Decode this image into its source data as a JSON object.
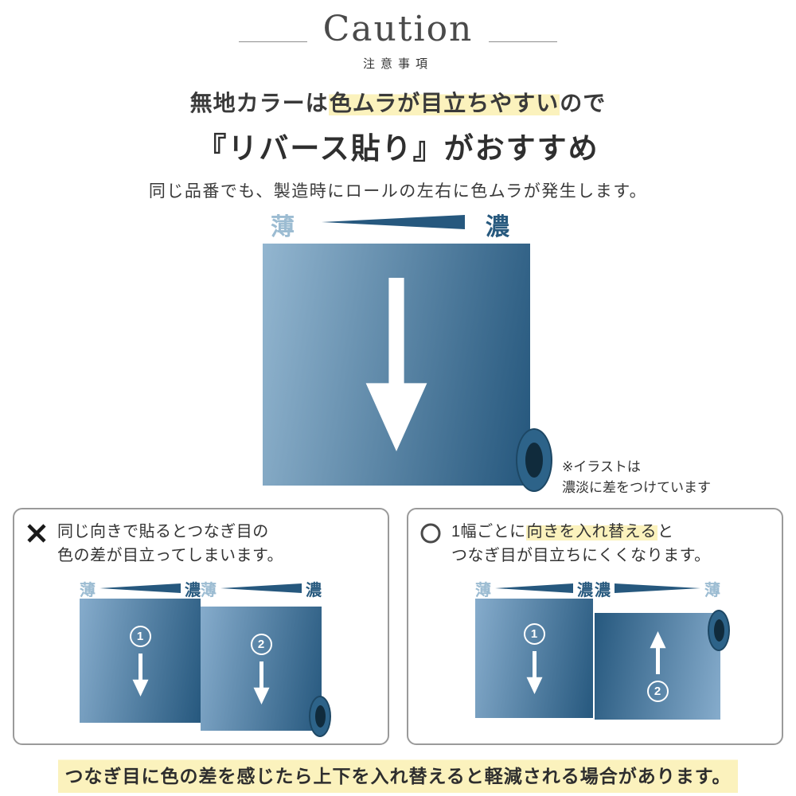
{
  "colors": {
    "blue_dark": "#26587e",
    "blue_light": "#86accc",
    "label_light_blue": "#9cbcd2",
    "highlight_yellow": "#fbf2bd"
  },
  "header": {
    "title": "Caution",
    "subtitle": "注意事項"
  },
  "intro": {
    "line1_pre": "無地カラーは",
    "line1_highlight": "色ムラが目立ちやすい",
    "line1_post": "ので",
    "line2": "『リバース貼り』がおすすめ",
    "line3": "同じ品番でも、製造時にロールの左右に色ムラが発生します。"
  },
  "main_diagram": {
    "label_light": "薄",
    "label_dark": "濃",
    "note_line1": "※イラストは",
    "note_line2": "濃淡に差をつけています"
  },
  "bad_box": {
    "text_line1": "同じ向きで貼るとつなぎ目の",
    "text_line2": "色の差が目立ってしまいます。",
    "panel1": {
      "label_left": "薄",
      "label_right": "濃",
      "num": "1"
    },
    "panel2": {
      "label_left": "薄",
      "label_right": "濃",
      "num": "2"
    }
  },
  "good_box": {
    "text_line1_pre": "1幅ごとに",
    "text_line1_highlight": "向きを入れ替える",
    "text_line1_post": "と",
    "text_line2": "つなぎ目が目立ちにくくなります。",
    "panel1": {
      "label_left": "薄",
      "label_right": "濃",
      "num": "1"
    },
    "panel2": {
      "label_left": "濃",
      "label_right": "薄",
      "num": "2"
    }
  },
  "footer": {
    "text": "つなぎ目に色の差を感じたら上下を入れ替えると軽減される場合があります。"
  }
}
